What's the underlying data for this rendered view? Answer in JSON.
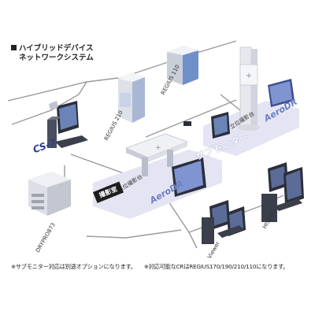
{
  "title": {
    "line1": "ハイブリッドデバイス",
    "line2": "ネットワークシステム"
  },
  "nodes": {
    "regius_110": "REGIUS 110",
    "regius_210": "REGIUS 210",
    "cs7": "CS-7",
    "upright_stand": "立位撮影台",
    "aerodr_upper": "AeroDR",
    "sub_monitor": "サブモニター",
    "supine_stand": "臥位撮影台",
    "aerodr_lower": "AeroDR",
    "room": "撮影室",
    "drypro": "DRYPRO873",
    "his_ris": "HIS/RIS",
    "viewer": "Viewer"
  },
  "footnotes": {
    "note1": "※サブモニター対応は別途オプションになります。",
    "note2": "※対応可能なCRはREGIUS170/190/210/110になります。"
  },
  "colors": {
    "network_line": "#8a8a8a",
    "panel_fill": "#e3e2f2",
    "brand_blue": "#2f3e8c",
    "aero_purple": "#6c7fc1"
  }
}
